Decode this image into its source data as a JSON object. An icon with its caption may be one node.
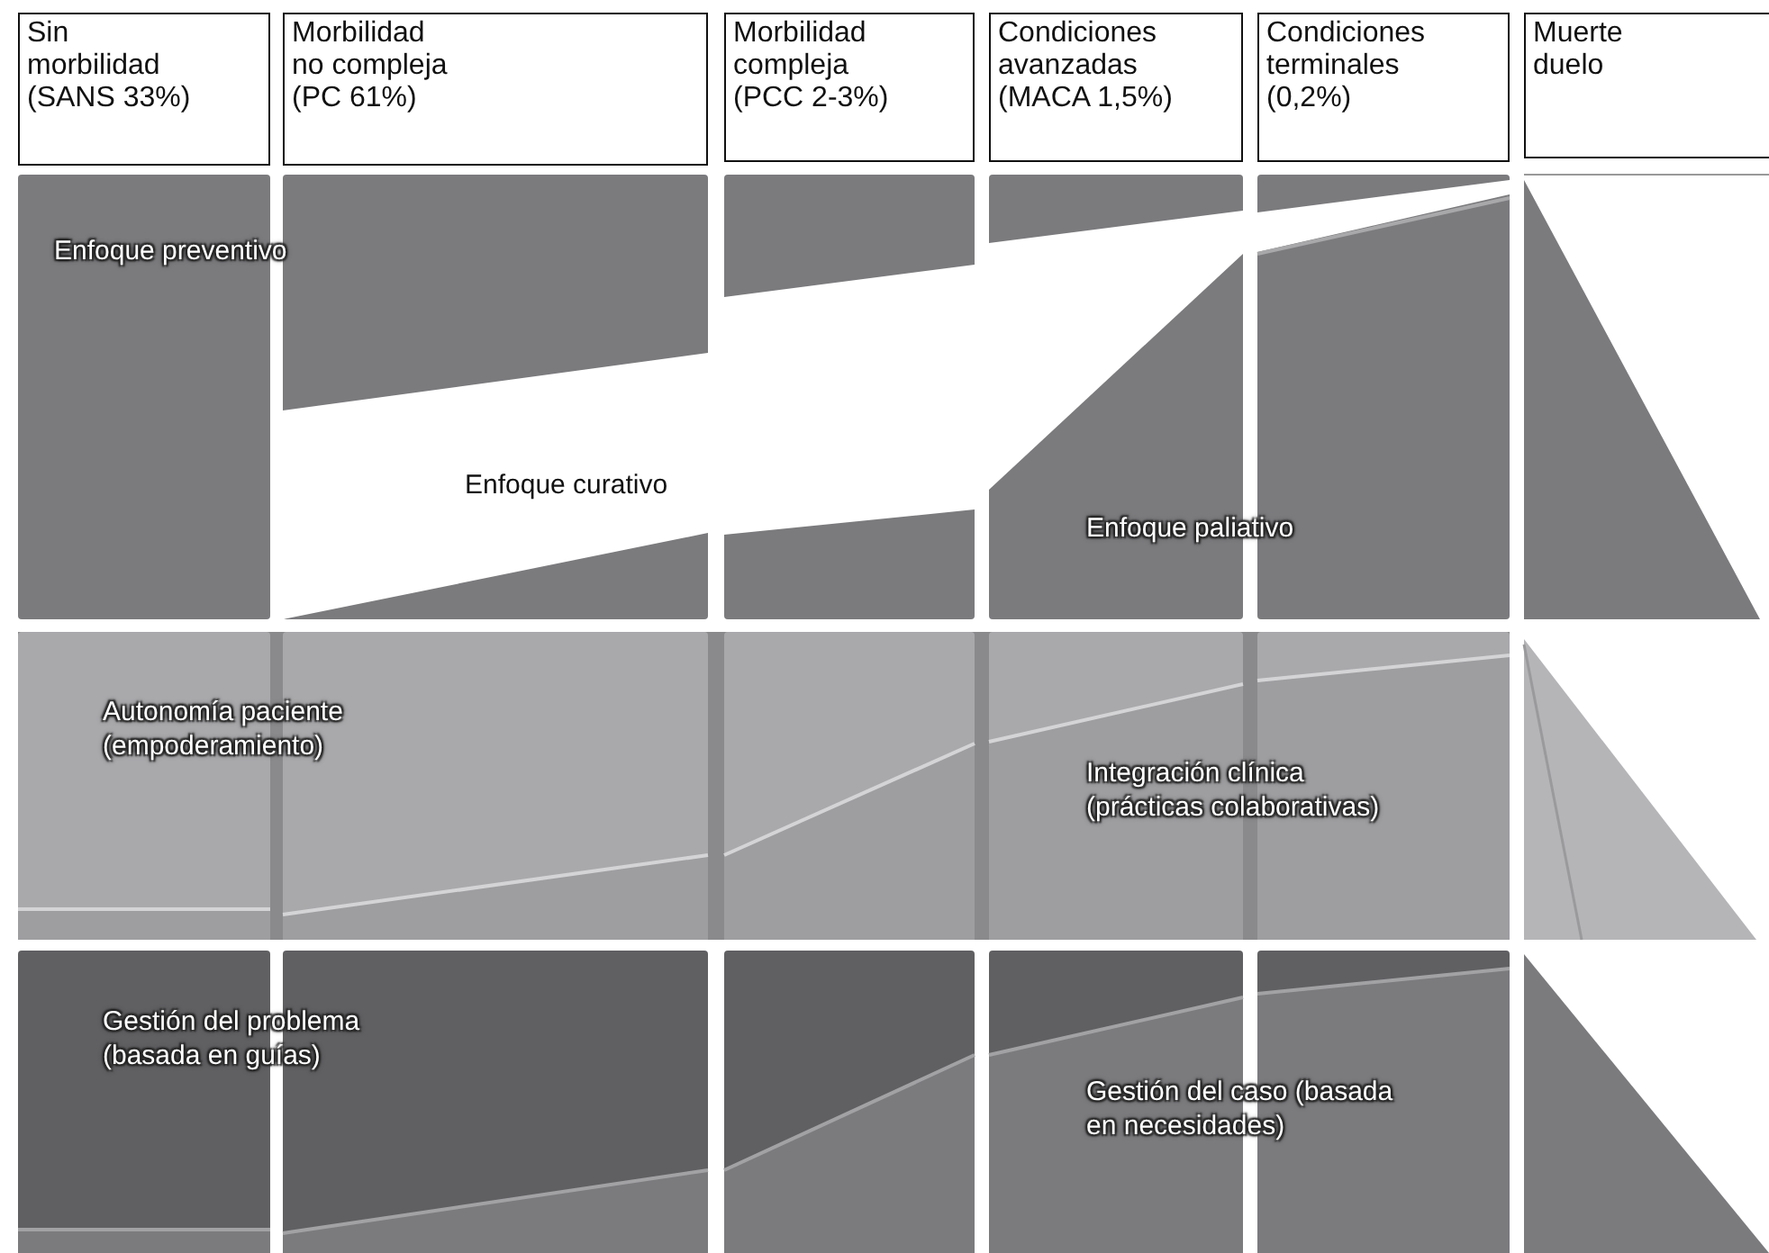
{
  "diagram": {
    "nodes": [
      {
        "text": [
          "Sin morbilidad (SANS 33%)"
        ]
      },
      {
        "text": [
          "Morbilidad no compleja (PC 61%)"
        ]
      },
      {
        "text": [
          "Morbilidad compleja (PCC 2-3%)"
        ]
      },
      {
        "text": [
          "Condiciones avanzadas (MACA 1,5%)"
        ]
      },
      {
        "text": [
          "Condiciones terminales (0,2%)"
        ]
      },
      {
        "text": [
          "Muerte duelo"
        ]
      }
    ],
    "labels": [
      "Enfoque preventivo",
      "Enfoque curativo",
      "Enfoque paliativo",
      "Autonomía paciente (empoderamiento)",
      "Integración clínica (prácticas colaborativas)",
      "Gestión del problema (basada en guías)",
      "Gestión del caso (basada en necesidades)"
    ]
  }
}
